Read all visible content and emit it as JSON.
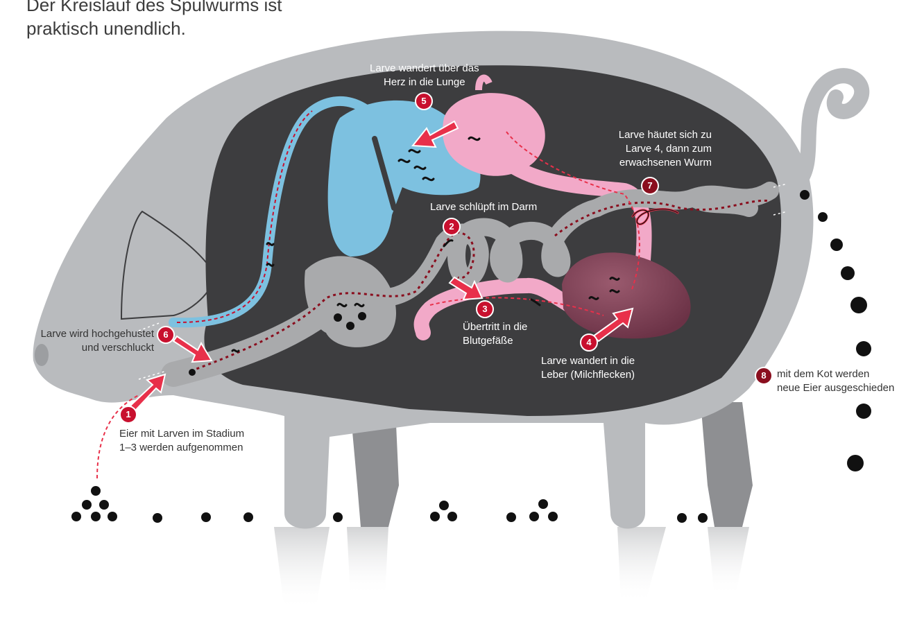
{
  "intro": {
    "line1": "Der Kreislauf des Spulwurms ist",
    "line2": "praktisch unendlich."
  },
  "steps": [
    {
      "number": "1",
      "line1": "Eier mit Larven im Stadium",
      "line2": "1–3 werden aufgenommen"
    },
    {
      "number": "2",
      "line1": "Larve schlüpft im Darm",
      "line2": ""
    },
    {
      "number": "3",
      "line1": "Übertritt in die",
      "line2": "Blutgefäße"
    },
    {
      "number": "4",
      "line1": "Larve wandert in die",
      "line2": "Leber (Milchflecken)"
    },
    {
      "number": "5",
      "line1": "Larve wandert über das",
      "line2": "Herz in die Lunge"
    },
    {
      "number": "6",
      "line1": "Larve wird hochgehustet",
      "line2": "und verschluckt"
    },
    {
      "number": "7",
      "line1": "Larve häutet sich zu",
      "line2": "Larve 4, dann zum",
      "line3": "erwachsenen Wurm"
    },
    {
      "number": "8",
      "line1": "mit dem Kot werden",
      "line2": "neue Eier ausgeschieden"
    }
  ],
  "colors": {
    "pig_body": "#b9bbbe",
    "body_cavity": "#3d3d3f",
    "lung": "#7dc1e0",
    "heart": "#f2a9c8",
    "liver": "#7a3f52",
    "intestine": "#a9aaac",
    "arrow": "#e8304a",
    "badge": "#c8102e",
    "path_dotted": "#8a0e1e"
  },
  "icons": [
    "pig-silhouette",
    "lung-organ",
    "heart-organ",
    "liver-organ",
    "intestine-loops",
    "worm-larva",
    "egg-dot",
    "migration-arrow"
  ]
}
